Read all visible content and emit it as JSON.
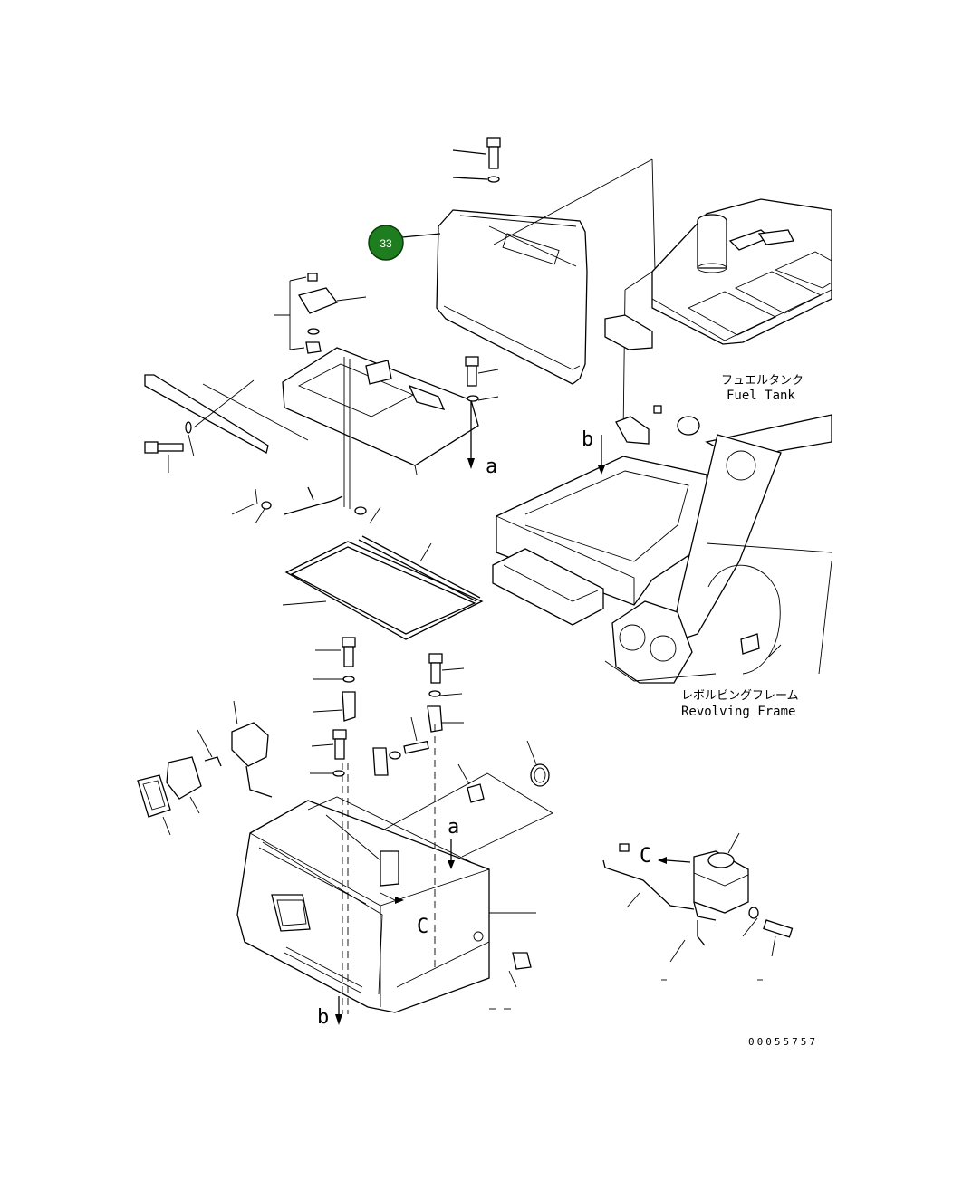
{
  "callout": {
    "number": "33",
    "color": "#1e7d1e",
    "border": "#0b3d0b"
  },
  "labels": {
    "fuel_tank_jp": "フュエルタンク",
    "fuel_tank_en": "Fuel Tank",
    "revolving_frame_jp": "レボルビングフレーム",
    "revolving_frame_en": "Revolving Frame",
    "ref_a_top": "a",
    "ref_a_bottom": "a",
    "ref_b_top": "b",
    "ref_b_bottom": "b",
    "ref_c_box": "C",
    "ref_c_tank": "C"
  },
  "drawing_number": "00055757"
}
